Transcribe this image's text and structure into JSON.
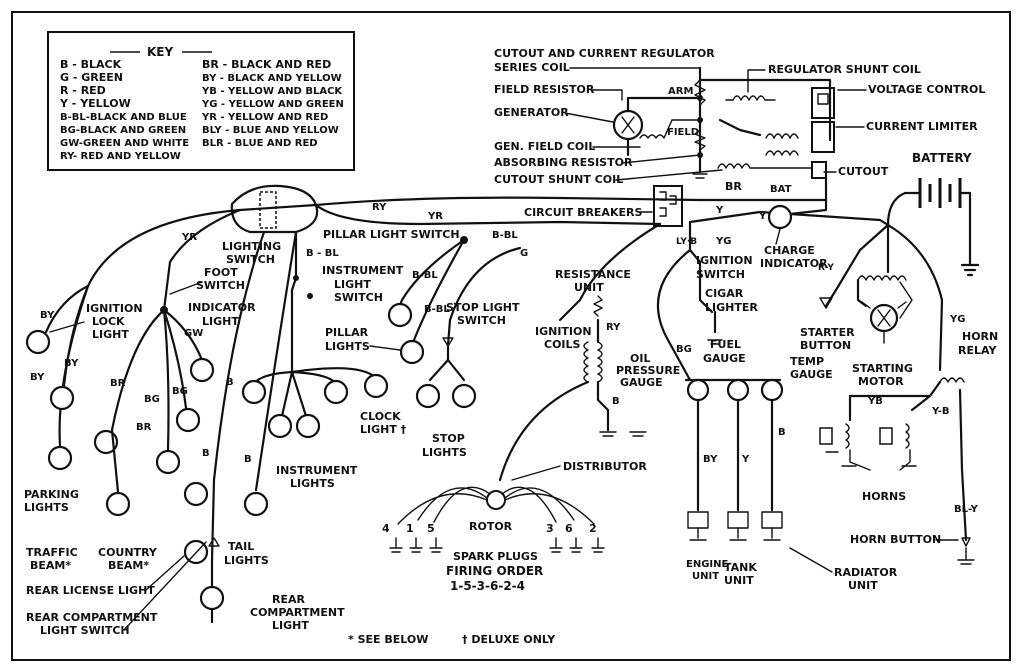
{
  "key": {
    "title": "KEY",
    "left": [
      "B - BLACK",
      "G - GREEN",
      "R - RED",
      "Y - YELLOW",
      "B-BL-BLACK AND BLUE",
      "BG-BLACK AND GREEN",
      "GW-GREEN AND WHITE",
      "RY- RED AND YELLOW"
    ],
    "right": [
      "BR - BLACK AND RED",
      "BY - BLACK AND YELLOW",
      "YB - YELLOW AND BLACK",
      "YG - YELLOW AND GREEN",
      "YR - YELLOW AND RED",
      "BLY - BLUE AND YELLOW",
      "BLR - BLUE AND RED"
    ]
  },
  "labels": {
    "cutout_regulator": "CUTOUT AND CURRENT REGULATOR",
    "series_coil": "SERIES COIL",
    "field_resistor": "FIELD RESISTOR",
    "generator": "GENERATOR",
    "gen_field_coil": "GEN. FIELD COIL",
    "absorbing_resistor": "ABSORBING RESISTOR",
    "cutout_shunt_coil": "CUTOUT SHUNT COIL",
    "circuit_breakers": "CIRCUIT BREAKERS",
    "regulator_shunt_coil": "REGULATOR SHUNT COIL",
    "voltage_control": "VOLTAGE CONTROL",
    "current_limiter": "CURRENT LIMITER",
    "cutout": "CUTOUT",
    "battery": "BATTERY",
    "arm": "ARM",
    "field": "FIELD",
    "br": "BR",
    "bat": "BAT",
    "charge_indicator_1": "CHARGE",
    "charge_indicator_2": "INDICATOR",
    "lighting_switch_1": "LIGHTING",
    "lighting_switch_2": "SWITCH",
    "pillar_light_switch": "PILLAR LIGHT SWITCH",
    "foot_switch_1": "FOOT",
    "foot_switch_2": "SWITCH",
    "indicator_light_1": "INDICATOR",
    "indicator_light_2": "LIGHT",
    "instrument_light_switch_1": "INSTRUMENT",
    "instrument_light_switch_2": "LIGHT",
    "instrument_light_switch_3": "SWITCH",
    "ignition_lock_light_1": "IGNITION",
    "ignition_lock_light_2": "LOCK",
    "ignition_lock_light_3": "LIGHT",
    "pillar_lights_1": "PILLAR",
    "pillar_lights_2": "LIGHTS",
    "stop_light_switch_1": "STOP LIGHT",
    "stop_light_switch_2": "SWITCH",
    "resistance_unit_1": "RESISTANCE",
    "resistance_unit_2": "UNIT",
    "ignition_switch_1": "IGNITION",
    "ignition_switch_2": "SWITCH",
    "cigar_lighter_1": "CIGAR",
    "cigar_lighter_2": "LIGHTER",
    "ignition_coils_1": "IGNITION",
    "ignition_coils_2": "COILS",
    "fuel_gauge_1": "FUEL",
    "fuel_gauge_2": "GAUGE",
    "oil_pressure_gauge_1": "OIL",
    "oil_pressure_gauge_2": "PRESSURE",
    "oil_pressure_gauge_3": "GAUGE",
    "temp_gauge_1": "TEMP",
    "temp_gauge_2": "GAUGE",
    "starter_button_1": "STARTER",
    "starter_button_2": "BUTTON",
    "starting_motor_1": "STARTING",
    "starting_motor_2": "MOTOR",
    "horn_relay_1": "HORN",
    "horn_relay_2": "RELAY",
    "horns": "HORNS",
    "horn_button": "HORN BUTTON",
    "clock_light_1": "CLOCK",
    "clock_light_2": "LIGHT †",
    "instrument_lights_1": "INSTRUMENT",
    "instrument_lights_2": "LIGHTS",
    "stop_lights_1": "STOP",
    "stop_lights_2": "LIGHTS",
    "distributor": "DISTRIBUTOR",
    "rotor": "ROTOR",
    "spark_plugs": "SPARK PLUGS",
    "firing_order": "FIRING ORDER",
    "firing_sequence": "1-5-3-6-2-4",
    "parking_lights_1": "PARKING",
    "parking_lights_2": "LIGHTS",
    "traffic_beam_1": "TRAFFIC",
    "traffic_beam_2": "BEAM*",
    "country_beam_1": "COUNTRY",
    "country_beam_2": "BEAM*",
    "tail_lights_1": "TAIL",
    "tail_lights_2": "LIGHTS",
    "rear_license_light": "REAR LICENSE LIGHT",
    "rear_compartment_light_switch_1": "REAR COMPARTMENT",
    "rear_compartment_light_switch_2": "LIGHT SWITCH",
    "rear_compartment_light_1": "REAR",
    "rear_compartment_light_2": "COMPARTMENT",
    "rear_compartment_light_3": "LIGHT",
    "engine_unit_1": "ENGINE",
    "engine_unit_2": "UNIT",
    "tank_unit_1": "TANK",
    "tank_unit_2": "UNIT",
    "radiator_unit_1": "RADIATOR",
    "radiator_unit_2": "UNIT",
    "see_below": "* SEE BELOW",
    "deluxe_only": "† DELUXE ONLY"
  },
  "wire_codes": {
    "ry": "RY",
    "yr_top": "YR",
    "yr_left": "YR",
    "bbl_top": "B-BL",
    "b_bl": "B - BL",
    "g": "G",
    "y_top": "Y",
    "y_charge": "Y",
    "yg": "YG",
    "yg_right": "YG",
    "ly_b": "LY·B",
    "by_1": "BY",
    "by_2": "BY",
    "by_3": "BY",
    "br_1": "BR",
    "br_2": "BR",
    "bg_1": "BG",
    "bg_2": "BG",
    "bg_gauge": "BG",
    "gw": "GW",
    "b_1": "B",
    "b_2": "B",
    "b_3": "B",
    "b_bl_v1": "B-BL",
    "b_bl_v2": "B-BL",
    "r_y_ign": "RY",
    "b_dist": "B",
    "by_gauge": "BY",
    "y_gauge": "Y",
    "b_gauge": "B",
    "r_y_starter": "R-Y",
    "yb": "YB",
    "y_b": "Y-B",
    "bl_y": "BL-Y",
    "plug_1": "1",
    "plug_2": "2",
    "plug_3": "3",
    "plug_4": "4",
    "plug_5": "5",
    "plug_6": "6"
  }
}
